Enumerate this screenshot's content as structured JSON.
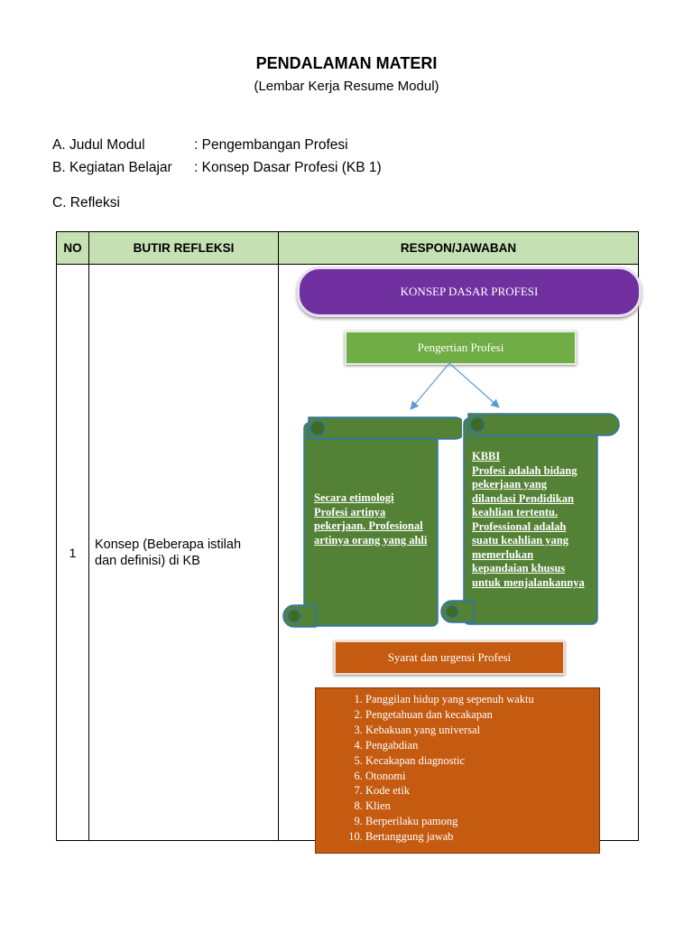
{
  "header": {
    "title": "PENDALAMAN MATERI",
    "subtitle": "(Lembar Kerja Resume Modul)"
  },
  "meta": {
    "a_label": "A. Judul Modul",
    "a_value": ": Pengembangan Profesi",
    "b_label": "B. Kegiatan Belajar",
    "b_value": ": Konsep Dasar Profesi (KB 1)",
    "c_label": "C. Refleksi"
  },
  "table": {
    "headers": {
      "no": "NO",
      "butir": "BUTIR REFLEKSI",
      "respon": "RESPON/JAWABAN"
    },
    "row": {
      "no": "1",
      "butir": "Konsep (Beberapa istilah dan definisi) di KB"
    }
  },
  "diagram": {
    "main_title": "KONSEP DASAR PROFESI",
    "pengertian": "Pengertian Profesi",
    "left_scroll": "Secara etimologi Profesi artinya pekerjaan. Profesional artinya orang yang ahli",
    "right_scroll_heading": "KBBI",
    "right_scroll_body": "Profesi adalah bidang pekerjaan yang dilandasi Pendidikan keahlian tertentu. Professional adalah suatu keahlian yang memerlukan kepandaian khusus untuk menjalankannya",
    "syarat": "Syarat dan urgensi Profesi",
    "syarat_items": [
      "Panggilan hidup yang sepenuh waktu",
      "Pengetahuan dan kecakapan",
      "Kebakuan yang universal",
      "Pengabdian",
      "Kecakapan diagnostic",
      "Otonomi",
      "Kode etik",
      "Klien",
      "Berperilaku pamong",
      "Bertanggung jawab"
    ],
    "colors": {
      "purple": "#7030a0",
      "green": "#70ad47",
      "scroll_green": "#538135",
      "scroll_edge": "#2e75b6",
      "orange": "#c55a11",
      "header_green": "#c5e0b3",
      "arrow": "#5b9bd5"
    }
  }
}
